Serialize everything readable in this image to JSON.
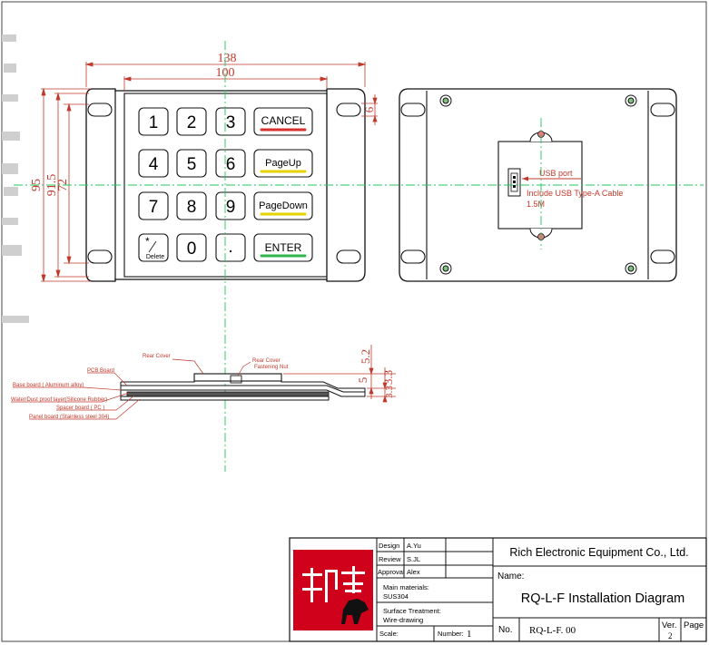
{
  "dimensions": {
    "overall_width": "138",
    "inner_width": "100",
    "overall_height": "95",
    "mid_height": "91.5",
    "inner_height": "72",
    "top_gap": "6",
    "side_a": "5.2",
    "side_b": "5",
    "side_c": "3.3",
    "side_d": "3.3"
  },
  "keypad": {
    "keys": [
      "1",
      "2",
      "3",
      "4",
      "5",
      "6",
      "7",
      "8",
      "9",
      "0",
      "."
    ],
    "delete_symbol": "*",
    "delete_label": "Delete",
    "functions": [
      {
        "label": "CANCEL",
        "color": "#d9302c"
      },
      {
        "label": "PageUp",
        "color": "#e6d200"
      },
      {
        "label": "PageDown",
        "color": "#e6d200"
      },
      {
        "label": "ENTER",
        "color": "#2fb64a"
      }
    ]
  },
  "back_view": {
    "usb_port": "USB port",
    "usb_note_1": "Include USB Type-A Cable",
    "usb_note_2": "1.5M"
  },
  "side_view": {
    "rear_cover": "Rear Cover",
    "rear_cover_fastening_1": "Rear Cover",
    "rear_cover_fastening_2": "Fastening Nut",
    "pcb_board": "PCB Board",
    "base_board": "Base board ( Aluminum alloy)",
    "waterproof_layer": "Water/Dust proof layer(Silicone Rubber)",
    "spacer_board": "Spacer board ( PC )",
    "panel_board": "Panel board (Stainless steel 304)"
  },
  "title_block": {
    "design_label": "Design",
    "design_value": "A.Yu",
    "review_label": "Review",
    "review_value": "S.JL",
    "approval_label": "Approval",
    "approval_value": "Alex",
    "material_label": "Main materials:",
    "material_value": "SUS304",
    "surface_label": "Surface Treatment:",
    "surface_value": "Wire-drawing",
    "scale_label": "Scale:",
    "number_label": "Number:",
    "number_value": "1",
    "company": "Rich Electronic Equipment Co., Ltd.",
    "name_label": "Name:",
    "drawing_name": "RQ-L-F Installation Diagram",
    "no_label": "No.",
    "no_value": "RQ-L-F. 00",
    "ver_label": "Ver.",
    "ver_value": "2",
    "page_label": "Page"
  },
  "colors": {
    "dimension": "#c0392b",
    "centerline": "#22c55e",
    "logo_red": "#d0021b"
  }
}
